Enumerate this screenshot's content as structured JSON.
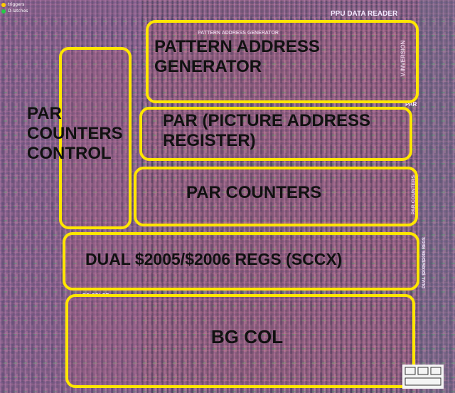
{
  "legend": [
    {
      "label": "triggers",
      "color": "#ffcc00"
    },
    {
      "label": "D-latches",
      "color": "#22cc44"
    }
  ],
  "tiny_labels": {
    "ppu_data_reader": "PPU DATA READER",
    "pattern_address_generator_small": "PATTERN ADDRESS GENERATOR",
    "v_inversion": "V.INVERSION",
    "par_small": "PAR",
    "par_counters_vertical": "PAR COUNTERS",
    "dual_regs_small": "DUAL $2005/$2006 REGS",
    "bg_color_small": "BG COLOR"
  },
  "regions": {
    "pattern_address_generator": "PATTERN ADDRESS\nGENERATOR",
    "par_counters_control": "PAR\nCOUNTERS\nCONTROL",
    "par_picture_address_register": "PAR (PICTURE ADDRESS\nREGISTER)",
    "par_counters": "PAR COUNTERS",
    "dual_regs": "DUAL $2005/$2006 REGS (SCCX)",
    "bg_col": "BG COL"
  },
  "colors": {
    "outline": "#ffe600",
    "die_background": "#7a5a78",
    "label_text": "#111111"
  }
}
